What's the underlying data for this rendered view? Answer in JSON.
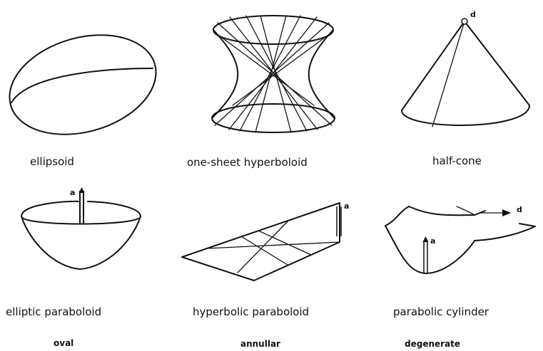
{
  "labels": {
    "ellipsoid": "ellipsoid",
    "hyperboloid": "one-sheet hyperboloid",
    "half_cone": "half-cone",
    "elliptic_paraboloid": "elliptic paraboloid",
    "hyperbolic_paraboloid": "hyperbolic paraboloid",
    "parabolic_cylinder": "parabolic cylinder"
  },
  "classes": {
    "oval": "oval",
    "annular": "annullar",
    "degenerate": "degenerate"
  },
  "points": {
    "cone_apex": "d",
    "paraboloid_a": "a",
    "hyperbolic_a": "a",
    "cylinder_a": "a",
    "cylinder_d": "d"
  }
}
